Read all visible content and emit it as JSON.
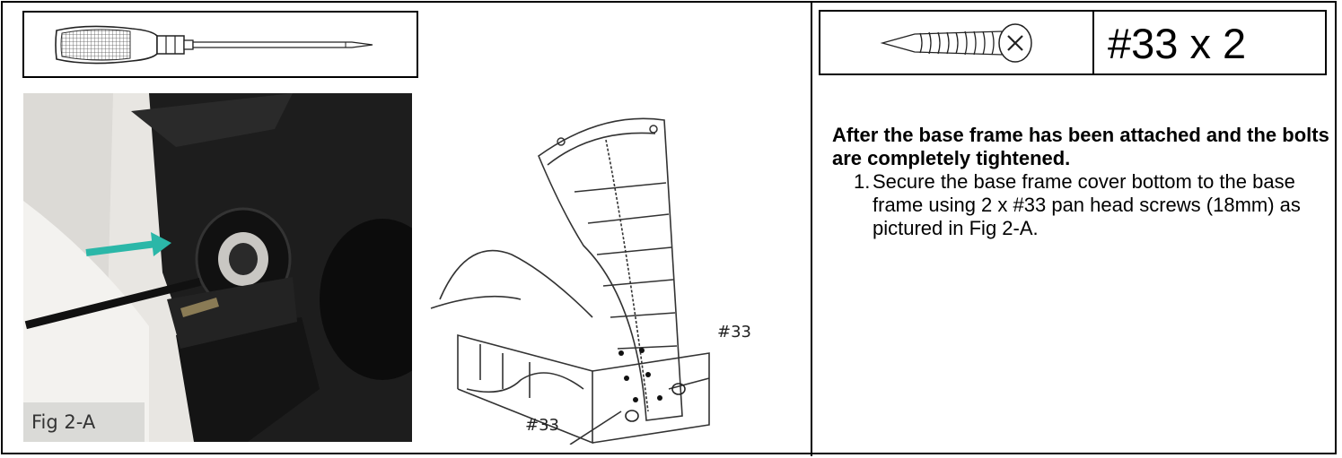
{
  "tool": {
    "name": "screwdriver",
    "icon": "screwdriver-icon"
  },
  "part": {
    "icon": "pan-head-screw-icon",
    "quantity_label": "#33 x 2"
  },
  "photo": {
    "caption": "Fig 2-A"
  },
  "diagram": {
    "callouts": [
      "#33",
      "#33"
    ]
  },
  "instructions": {
    "heading": "After the base frame has been attached and the bolts are completely tightened.",
    "steps": [
      {
        "number": "1.",
        "text": "Secure the base frame cover bottom to the base frame using 2 x #33 pan head screws (18mm) as pictured in Fig 2-A."
      }
    ]
  },
  "colors": {
    "arrow": "#2bb7a8",
    "border": "#000000"
  }
}
